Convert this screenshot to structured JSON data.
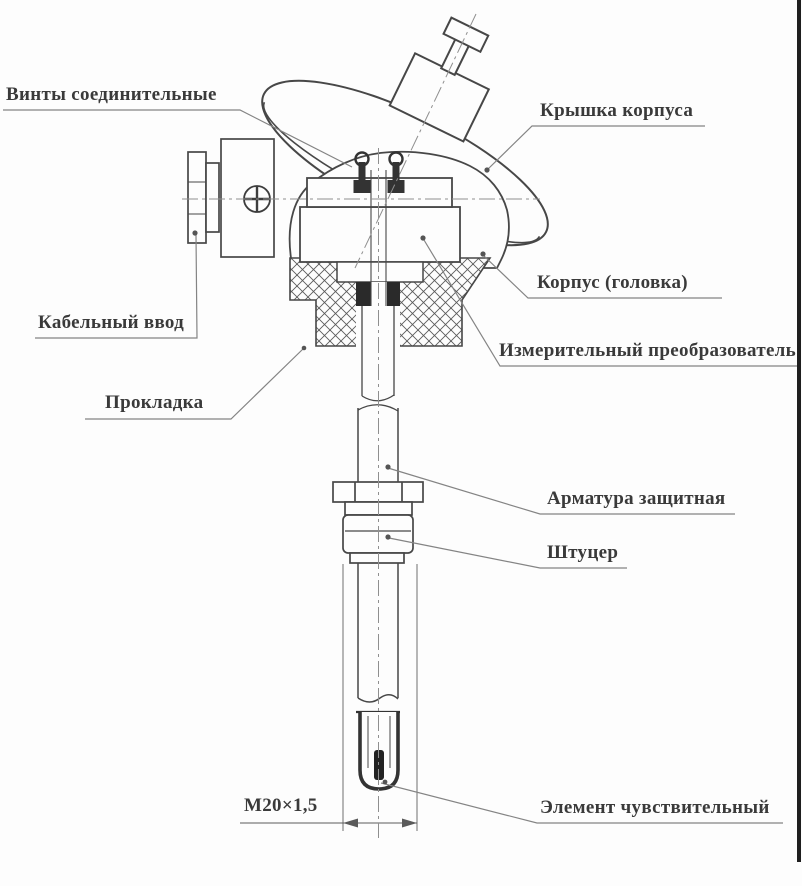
{
  "figure": {
    "type": "technical-diagram",
    "subject": "temperature-sensor-assembly-cross-section",
    "labels": {
      "connecting_screws": "Винты соединительные",
      "housing_cover": "Крышка корпуса",
      "cable_entry": "Кабельный ввод",
      "gasket": "Прокладка",
      "housing_head": "Корпус (головка)",
      "measuring_transducer": "Измерительный преобразователь",
      "protective_fitting": "Арматура защитная",
      "union": "Штуцер",
      "sensitive_element": "Элемент чувствительный",
      "thread_dimension": "М20×1,5"
    },
    "colors": {
      "line": "#474747",
      "leader": "#848484",
      "text": "#3a3a3a",
      "background": "#fdfdfd",
      "border": "#1f1f1f"
    }
  }
}
